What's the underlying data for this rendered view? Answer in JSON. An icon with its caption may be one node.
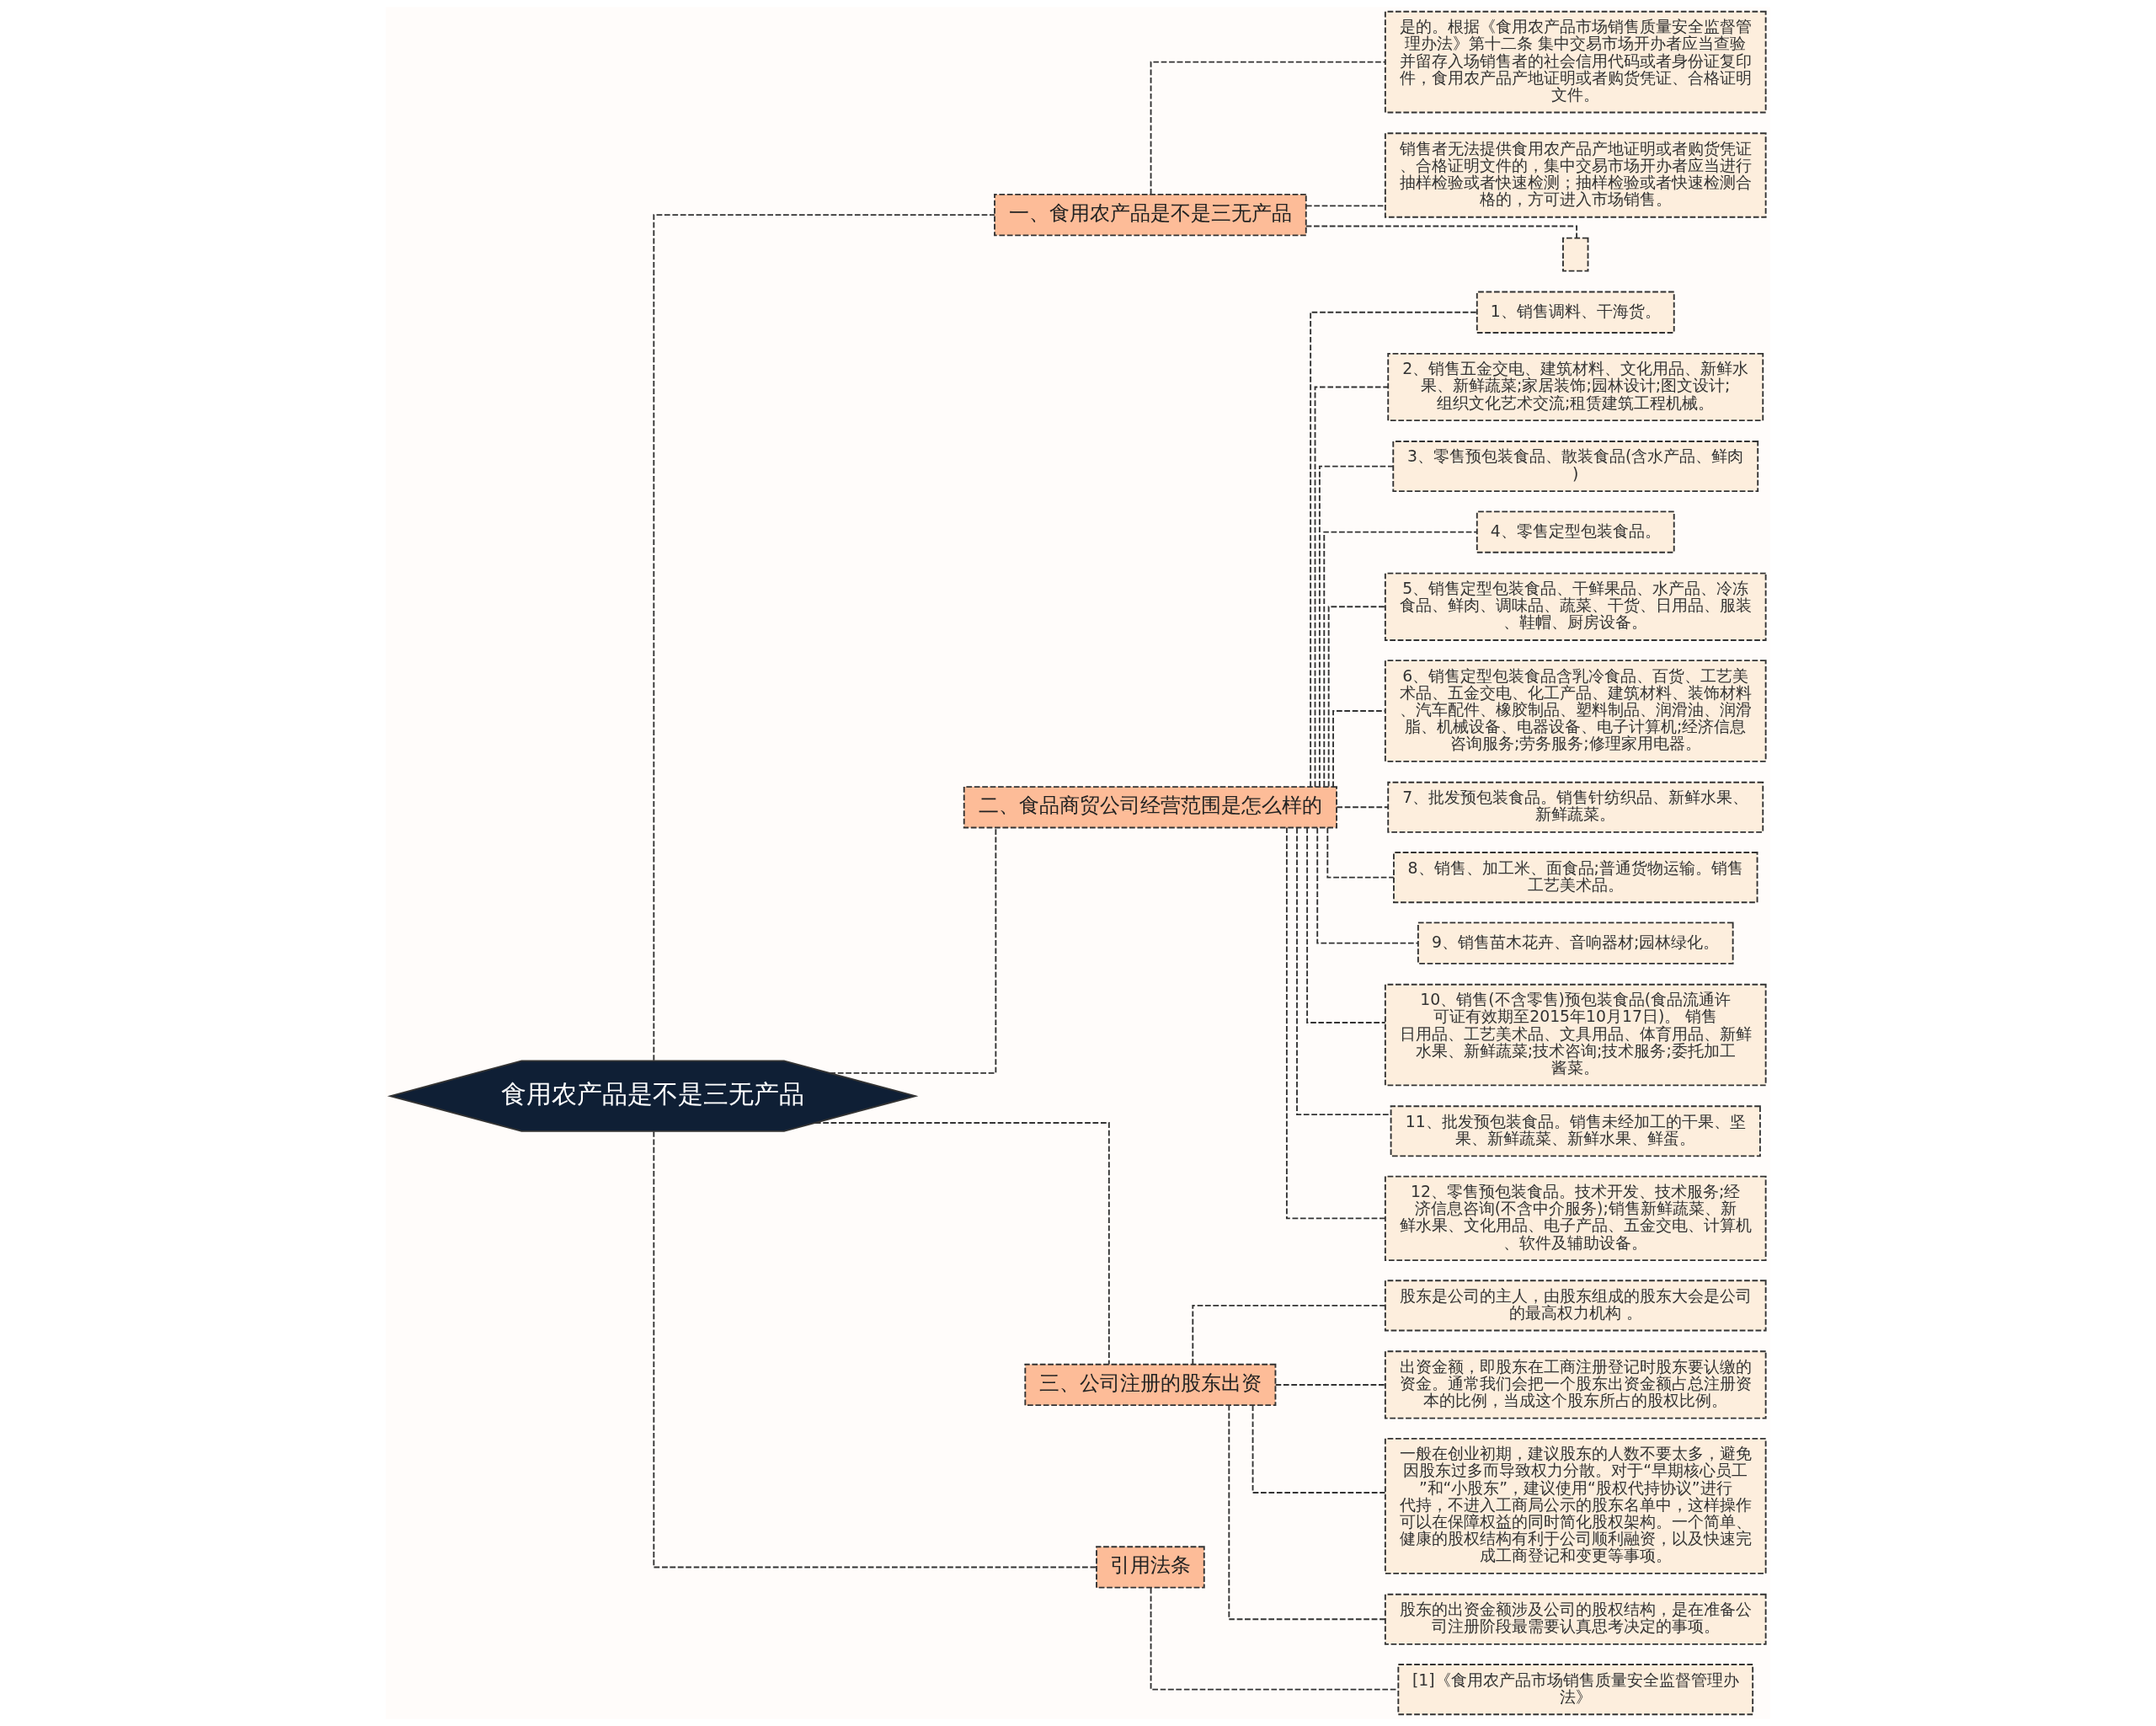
{
  "diagram": {
    "nodes": [
      {
        "text": [
          "食用农产品是不是三无产品"
        ]
      },
      {
        "text": [
          "一、食用农产品是不是三无产品"
        ]
      },
      {
        "text": [
          "是的。根据《食用农产品市场销售质量安全监督管理办法》第十二条 集中交易市场开办者应当查验并留存入场销售者的社会信用代码或者身份证复印件，食用农产品产地证明或者购货凭证、合格证明文件。"
        ]
      },
      {
        "text": [
          "销售者无法提供食用农产品产地证明或者购货凭证、合格证明文件的，集中交易市场开办者应当进行抽样检验或者快速检测；抽样检验或者快速检测合格的，方可进入市场销售。"
        ]
      },
      {
        "text": [],
        "shape": "box"
      },
      {
        "text": [
          "二、食品商贸公司经营范围是怎么样的"
        ]
      },
      {
        "text": [
          "1、销售调料、干海货。"
        ]
      },
      {
        "text": [
          "2、销售五金交电、建筑材料、文化用品、新鲜水果、新鲜蔬菜;家居装饰;园林设计;图文设计;组织文化艺术交流;租赁建筑工程机械。"
        ]
      },
      {
        "text": [
          "3、零售预包装食品、散装食品(含水产品、鲜肉)"
        ]
      },
      {
        "text": [
          "4、零售定型包装食品。"
        ]
      },
      {
        "text": [
          "5、销售定型包装食品、干鲜果品、水产品、冷冻食品、鲜肉、调味品、蔬菜、干货、日用品、服装、鞋帽、厨房设备。"
        ]
      },
      {
        "text": [
          "6、销售定型包装食品含乳冷食品、百货、工艺美术品、五金交电、化工产品、建筑材料、装饰材料、汽车配件、橡胶制品、塑料制品、润滑油、润滑脂、机械设备、电器设备、电子计算机;经济信息咨询服务;劳务服务;修理家用电器。"
        ]
      },
      {
        "text": [
          "7、批发预包装食品。销售针纺织品、新鲜水果、新鲜蔬菜。"
        ]
      },
      {
        "text": [
          "8、销售、加工米、面食品;普通货物运输。销售工艺美术品。"
        ]
      },
      {
        "text": [
          "9、销售苗木花卉、音响器材;园林绿化。"
        ]
      },
      {
        "text": [
          "10、销售(不含零售)预包装食品(食品流通许可证有效期至2015年10月17日)。 销售日用品、工艺美术品、文具用品、体育用品、新鲜水果、新鲜蔬菜;技术咨询;技术服务;委托加工酱菜。"
        ]
      },
      {
        "text": [
          "11、批发预包装食品。销售未经加工的干果、坚果、新鲜蔬菜、新鲜水果、鲜蛋。"
        ]
      },
      {
        "text": [
          "12、零售预包装食品。技术开发、技术服务;经济信息咨询(不含中介服务);销售新鲜蔬菜、新鲜水果、文化用品、电子产品、五金交电、计算机、软件及辅助设备。"
        ]
      },
      {
        "text": [
          "三、公司注册的股东出资"
        ]
      },
      {
        "text": [
          "股东是公司的主人，由股东组成的股东大会是公司的最高权力机构 。"
        ]
      },
      {
        "text": [
          "出资金额，即股东在工商注册登记时股东要认缴的资金。通常我们会把一个股东出资金额占总注册资本的比例，当成这个股东所占的股权比例。"
        ]
      },
      {
        "text": [
          "一般在创业初期，建议股东的人数不要太多，避免因股东过多而导致权力分散。对于“早期核心员工”和“小股东”，建议使用“股权代持协议”进行代持，不进入工商局公示的股东名单中，这样操作可以在保障权益的同时简化股权架构。一个简单、健康的股权结构有利于公司顺利融资，以及快速完成工商登记和变更等事项。"
        ]
      },
      {
        "text": [
          "股东的出资金额涉及公司的股权结构，是在准备公司注册阶段最需要认真思考决定的事项。"
        ]
      },
      {
        "text": [
          "引用法条"
        ]
      },
      {
        "text": [
          "[1]《食用农产品市场销售质量安全监督管理办法》"
        ]
      }
    ],
    "edges": [
      {
        "from": 0,
        "to": 1,
        "arrow": "none",
        "style": "dashed"
      },
      {
        "from": 1,
        "to": 2,
        "arrow": "none",
        "style": "dashed"
      },
      {
        "from": 1,
        "to": 3,
        "arrow": "none",
        "style": "dashed"
      },
      {
        "from": 1,
        "to": 4,
        "arrow": "none",
        "style": "dashed"
      },
      {
        "from": 0,
        "to": 5,
        "arrow": "none",
        "style": "dashed"
      },
      {
        "from": 5,
        "to": 6,
        "arrow": "none",
        "style": "dashed"
      },
      {
        "from": 5,
        "to": 7,
        "arrow": "none",
        "style": "dashed"
      },
      {
        "from": 5,
        "to": 8,
        "arrow": "none",
        "style": "dashed"
      },
      {
        "from": 5,
        "to": 9,
        "arrow": "none",
        "style": "dashed"
      },
      {
        "from": 5,
        "to": 10,
        "arrow": "none",
        "style": "dashed"
      },
      {
        "from": 5,
        "to": 11,
        "arrow": "none",
        "style": "dashed"
      },
      {
        "from": 5,
        "to": 12,
        "arrow": "none",
        "style": "dashed"
      },
      {
        "from": 5,
        "to": 13,
        "arrow": "none",
        "style": "dashed"
      },
      {
        "from": 5,
        "to": 14,
        "arrow": "none",
        "style": "dashed"
      },
      {
        "from": 5,
        "to": 15,
        "arrow": "none",
        "style": "dashed"
      },
      {
        "from": 5,
        "to": 16,
        "arrow": "none",
        "style": "dashed"
      },
      {
        "from": 5,
        "to": 17,
        "arrow": "none",
        "style": "dashed"
      },
      {
        "from": 0,
        "to": 18,
        "arrow": "none",
        "style": "dashed"
      },
      {
        "from": 18,
        "to": 19,
        "arrow": "none",
        "style": "dashed"
      },
      {
        "from": 18,
        "to": 20,
        "arrow": "none",
        "style": "dashed"
      },
      {
        "from": 18,
        "to": 21,
        "arrow": "none",
        "style": "dashed"
      },
      {
        "from": 18,
        "to": 22,
        "arrow": "none",
        "style": "dashed"
      },
      {
        "from": 0,
        "to": 23,
        "arrow": "none",
        "style": "dashed"
      },
      {
        "from": 23,
        "to": 24,
        "arrow": "none",
        "style": "dashed"
      }
    ]
  }
}
